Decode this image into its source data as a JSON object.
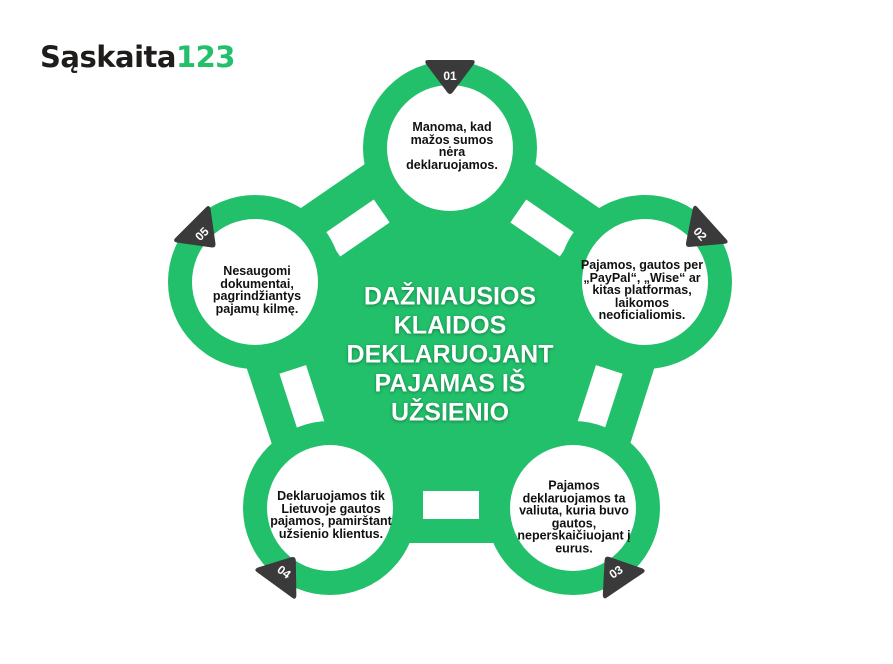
{
  "brand": {
    "name_dark": "Sąskaita",
    "name_green": "123"
  },
  "colors": {
    "green": "#22c06a",
    "badge": "#3a3a3a",
    "text": "#111111",
    "white": "#ffffff"
  },
  "title": "DAŽNIAUSIOS KLAIDOS DEKLARUOJANT PAJAMAS IŠ UŽSIENIO",
  "steps": [
    {
      "number": "01",
      "text": "Manoma, kad mažos sumos nėra deklaruojamos."
    },
    {
      "number": "02",
      "text": "Pajamos, gautos per „PayPal“, „Wise“ ar kitas platformas, laikomos neoficialiomis."
    },
    {
      "number": "03",
      "text": "Pajamos deklaruojamos ta valiuta, kuria buvo gautos, neperskaičiuojant į eurus."
    },
    {
      "number": "04",
      "text": "Deklaruojamos tik Lietuvoje gautos pajamos, pamirštant užsienio klientus."
    },
    {
      "number": "05",
      "text": "Nesaugomi dokumentai, pagrindžiantys pajamų kilmę."
    }
  ]
}
